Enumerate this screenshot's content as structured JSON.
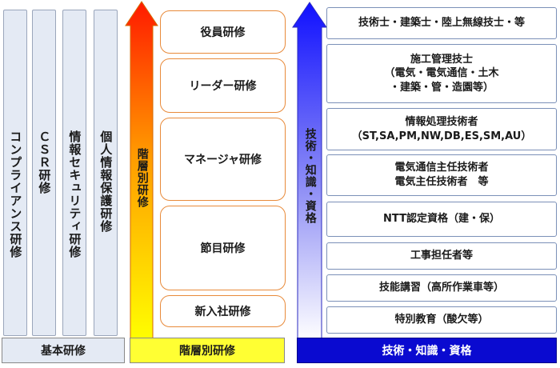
{
  "basic": {
    "columns": [
      "コンプライアンス研修",
      "ＣＳＲ研修",
      "情報セキュリティ研修",
      "個人情報保護研修"
    ],
    "footer": "基本研修"
  },
  "hierarchy": {
    "arrow_label": "階層別研修",
    "items": [
      "役員研修",
      "リーダー研修",
      "マネージャ研修",
      "節目研修",
      "新入社研修"
    ],
    "footer": "階層別研修"
  },
  "skills": {
    "arrow_label": "技術・知識・資格",
    "items": [
      {
        "lines": [
          "技術士・建築士・陸上無線技士・等"
        ]
      },
      {
        "lines": [
          "施工管理技士",
          "（電気・電気通信・土木",
          "・建築・管・造園等）"
        ]
      },
      {
        "lines": [
          "情報処理技術者",
          "（ST,SA,PM,NW,DB,ES,SM,AU）"
        ]
      },
      {
        "lines": [
          "電気通信主任技術者",
          "電気主任技術者　等"
        ]
      },
      {
        "lines": [
          "NTT認定資格（建・保）"
        ]
      },
      {
        "lines": [
          "工事担任者等"
        ]
      },
      {
        "lines": [
          "技能講習（高所作業車等）"
        ]
      },
      {
        "lines": [
          "特別教育（酸欠等）"
        ]
      }
    ],
    "footer": "技術・知識・資格"
  },
  "colors": {
    "basic_fill": "#e4eaf4",
    "hierarchy_arrow_top": "#ff0000",
    "hierarchy_arrow_bottom": "#ffff00",
    "hierarchy_box_border": "#e88a3a",
    "skills_arrow_top": "#0000ff",
    "skills_arrow_bottom": "#ffffff",
    "skills_footer": "#0a0ad0"
  }
}
